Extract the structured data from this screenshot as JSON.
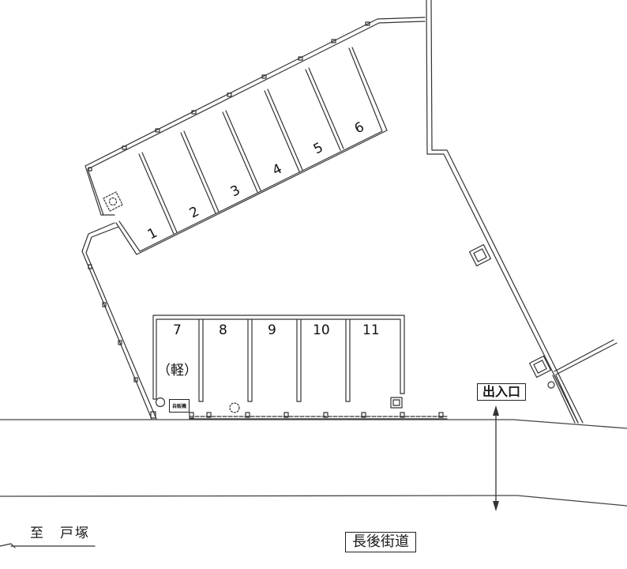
{
  "diagram": {
    "type": "parking-lot-site-plan",
    "colors": {
      "line": "#333333",
      "background": "#ffffff",
      "text": "#111111"
    }
  },
  "parking_spaces": [
    {
      "number": "1",
      "row": "angled",
      "note": ""
    },
    {
      "number": "2",
      "row": "angled",
      "note": ""
    },
    {
      "number": "3",
      "row": "angled",
      "note": ""
    },
    {
      "number": "4",
      "row": "angled",
      "note": ""
    },
    {
      "number": "5",
      "row": "angled",
      "note": ""
    },
    {
      "number": "6",
      "row": "angled",
      "note": ""
    },
    {
      "number": "7",
      "row": "straight",
      "note": "（軽）"
    },
    {
      "number": "8",
      "row": "straight",
      "note": ""
    },
    {
      "number": "9",
      "row": "straight",
      "note": ""
    },
    {
      "number": "10",
      "row": "straight",
      "note": ""
    },
    {
      "number": "11",
      "row": "straight",
      "note": ""
    }
  ],
  "labels": {
    "entrance": "出入口",
    "road_name": "長後街道",
    "direction_to": "至",
    "direction_place": "戸塚",
    "vending_machine": "自販機"
  }
}
